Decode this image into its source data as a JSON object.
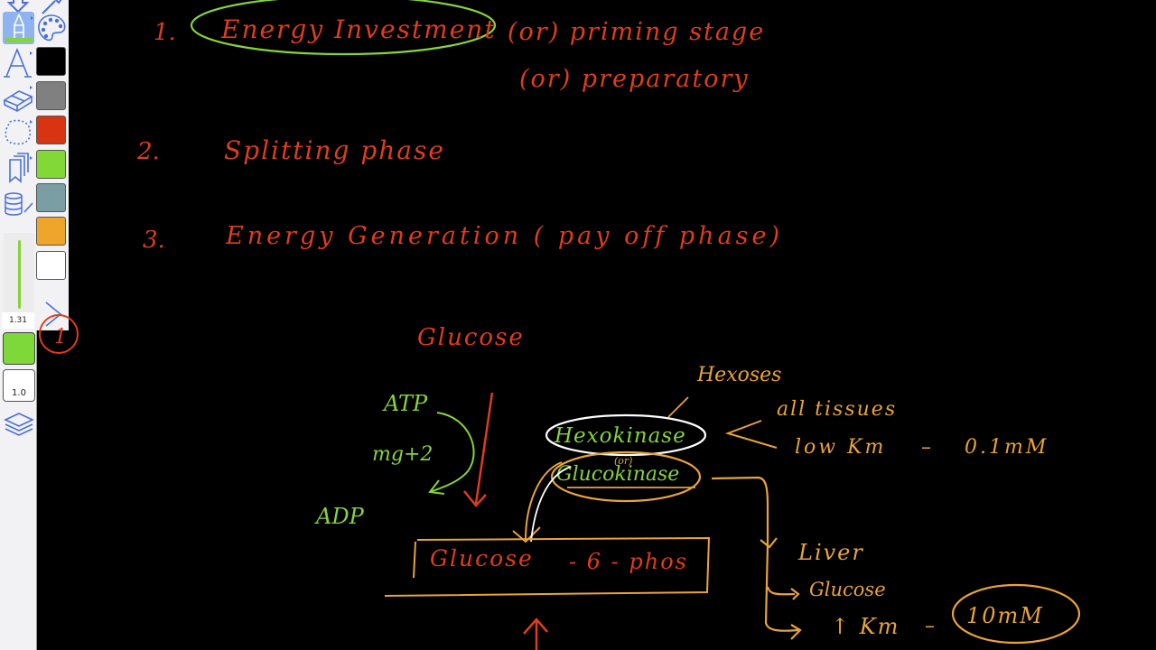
{
  "toolbar": {
    "tools": [
      {
        "name": "undo-arrow",
        "label": ""
      },
      {
        "name": "pen-tool",
        "selected": true
      },
      {
        "name": "palette"
      },
      {
        "name": "text-tool"
      },
      {
        "name": "eraser-tool"
      },
      {
        "name": "lasso-tool"
      },
      {
        "name": "pages-tool"
      },
      {
        "name": "stack-tool"
      },
      {
        "name": "layers-tool"
      }
    ],
    "swatches": [
      "#000000",
      "#808080",
      "#d93412",
      "#82d936",
      "#7a9ea3",
      "#efa52a",
      "#ffffff"
    ],
    "pen_width_slider_value": "1.31",
    "current_color": "#7ed83a",
    "current_width_value": "1.0",
    "expand_chevron": ">"
  },
  "colors": {
    "background": "#000000",
    "red_ink": "#e03c1c",
    "green_ink": "#86d33a",
    "orange_ink": "#e9a33a",
    "white_ink": "#ffffff"
  },
  "notes": {
    "line1_number": "1.",
    "line1_text": "Energy Investment",
    "line1_alt1": "(or) priming stage",
    "line1_alt2": "(or) preparatory",
    "line2_number": "2.",
    "line2_text": "Splitting phase",
    "line3_number": "3.",
    "line3_text": "Energy Generation ( pay off phase)",
    "circled_number": "1",
    "glucose": "Glucose",
    "atp": "ATP",
    "mg": "mg+2",
    "adp": "ADP",
    "hexokinase": "Hexokinase",
    "or_label": "(or)",
    "glucokinase": "Glucokinase",
    "hexoses": "Hexoses",
    "all_tissues": "all tissues",
    "low_km": "low Km",
    "dash": "–",
    "low_km_value": "0.1mM",
    "g6p": "Glucose",
    "g6p_suffix": "- 6 - phos",
    "liver": "Liver",
    "glucose_small": "Glucose",
    "high_km": "↑ Km",
    "high_km_value": "10mM"
  }
}
